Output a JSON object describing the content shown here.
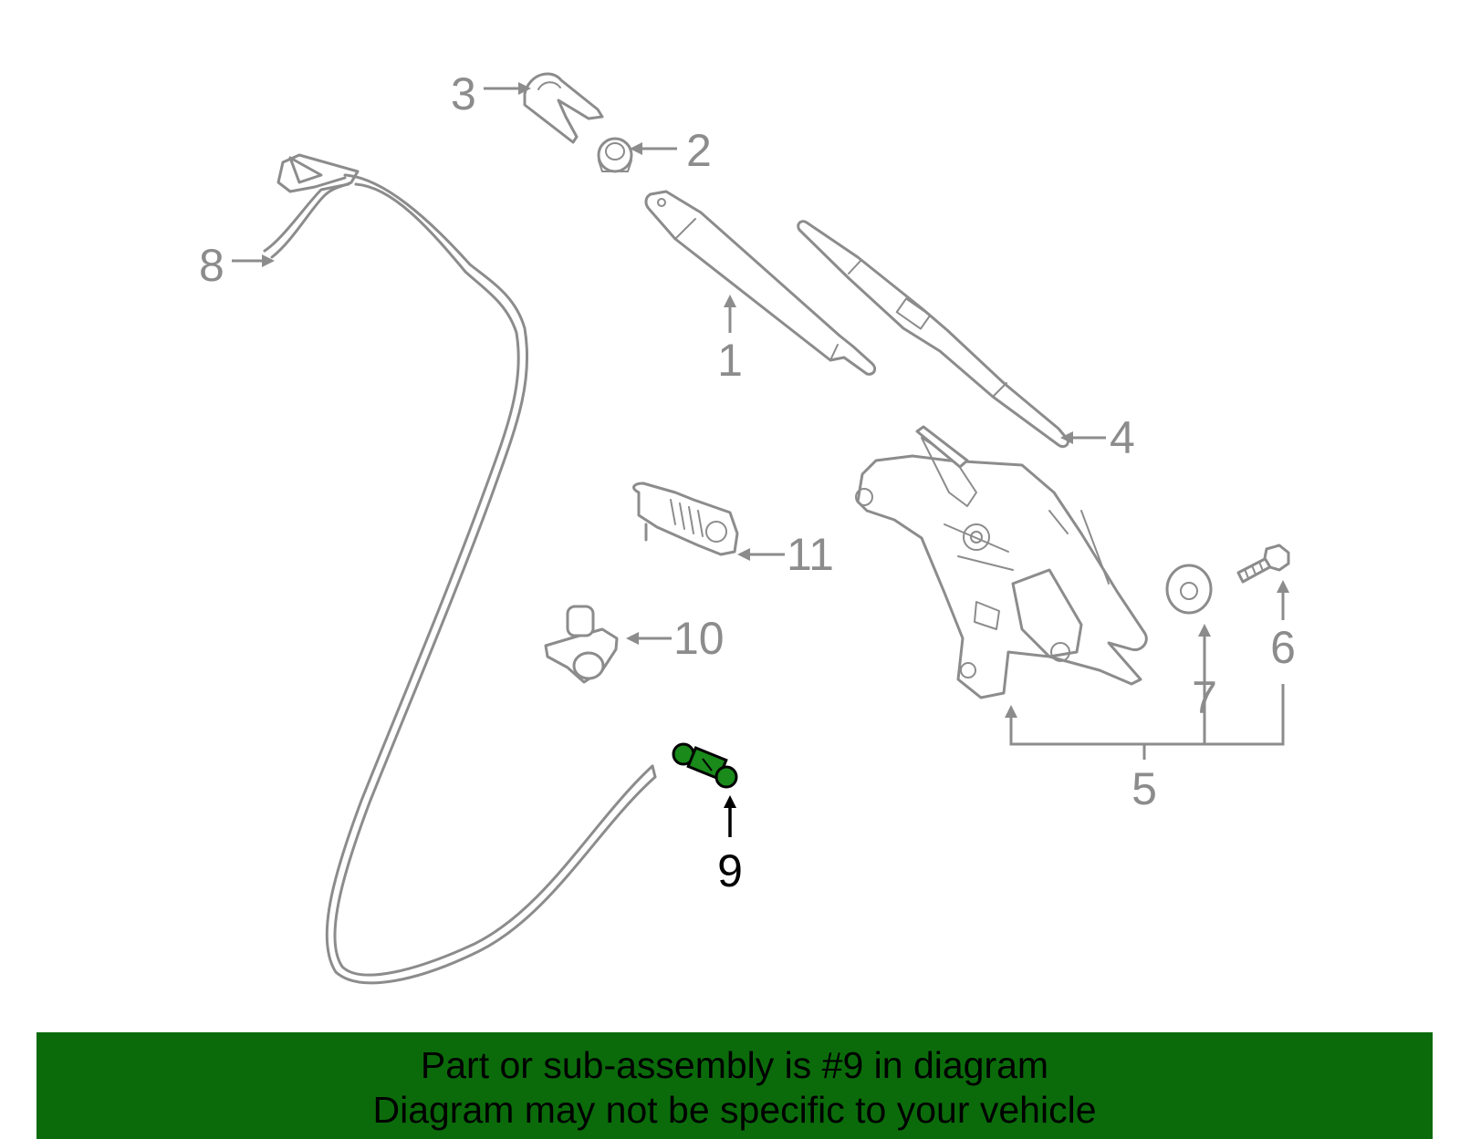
{
  "diagram": {
    "callouts": {
      "c1": "1",
      "c2": "2",
      "c3": "3",
      "c4": "4",
      "c5": "5",
      "c6": "6",
      "c7": "7",
      "c8": "8",
      "c9": "9",
      "c10": "10",
      "c11": "11"
    },
    "highlighted_part": "9",
    "colors": {
      "part_outline": "#8c8c8c",
      "highlight_fill": "#1a8a1a",
      "banner_background": "#0b6b0b",
      "text_highlight": "#000000"
    }
  },
  "banner": {
    "line1": "Part or sub-assembly is #9 in diagram",
    "line2": "Diagram may not be specific to your vehicle"
  }
}
